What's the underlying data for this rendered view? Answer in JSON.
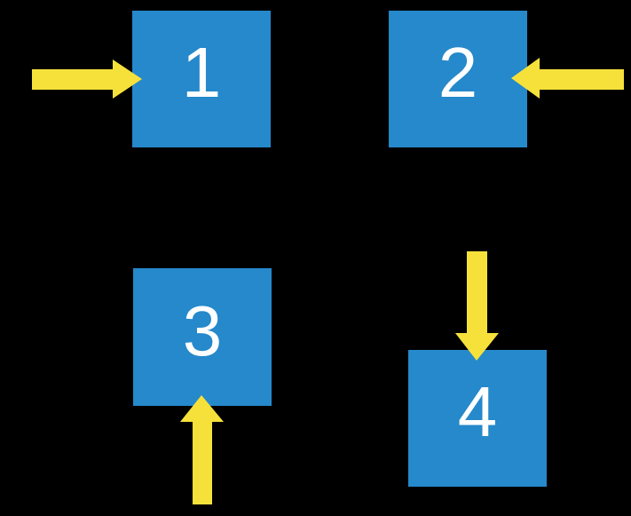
{
  "diagram": {
    "title": "numbered-squares-with-arrows",
    "background_color": "#000000",
    "colors": {
      "square_fill": "#2589CB",
      "arrow_fill": "#F6E13B",
      "number_text": "#FFFFFF"
    },
    "squares": [
      {
        "label": "1",
        "arrow_direction": "right",
        "arrow_side": "left"
      },
      {
        "label": "2",
        "arrow_direction": "left",
        "arrow_side": "right"
      },
      {
        "label": "3",
        "arrow_direction": "up",
        "arrow_side": "bottom"
      },
      {
        "label": "4",
        "arrow_direction": "down",
        "arrow_side": "top"
      }
    ]
  }
}
